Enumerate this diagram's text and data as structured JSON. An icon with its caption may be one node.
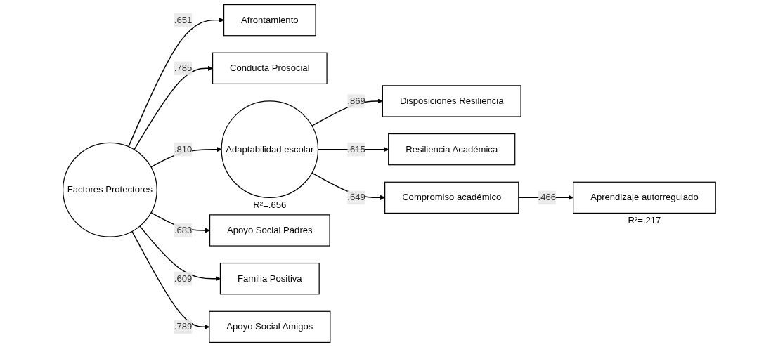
{
  "diagram": {
    "nodes": [
      {
        "text": [
          "Disposiciones Resiliencia"
        ]
      },
      {
        "text": [
          "Resiliencia Académica"
        ]
      },
      {
        "text": [
          "Afrontamiento"
        ]
      },
      {
        "text": [
          "Conducta Prosocial"
        ]
      },
      {
        "text": [
          "Factores Protectores"
        ]
      },
      {
        "text": [
          "Adaptabilidad escolar"
        ],
        "beside": [
          "R²=.656"
        ]
      },
      {
        "text": [
          "Compromiso académico"
        ]
      },
      {
        "text": [
          "Apoyo Social Padres"
        ]
      },
      {
        "text": [
          "Familia Positiva"
        ]
      },
      {
        "text": [
          "Aprendizaje autorregulado"
        ],
        "beside": [
          "R²=.217"
        ]
      },
      {
        "text": [
          "Apoyo Social Amigos"
        ]
      }
    ],
    "edges": [
      {
        "from": 4,
        "to": 2,
        "arrow": "to",
        "label": ".651"
      },
      {
        "from": 4,
        "to": 3,
        "arrow": "to",
        "label": ".785"
      },
      {
        "from": 4,
        "to": 7,
        "arrow": "to",
        "label": ".683"
      },
      {
        "from": 4,
        "to": 8,
        "arrow": "to",
        "label": ".609"
      },
      {
        "from": 4,
        "to": 10,
        "arrow": "to",
        "label": ".789"
      },
      {
        "from": 4,
        "to": 5,
        "arrow": "to",
        "label": ".810"
      },
      {
        "from": 5,
        "to": 0,
        "arrow": "to",
        "label": ".869"
      },
      {
        "from": 5,
        "to": 1,
        "arrow": "to",
        "label": ".615"
      },
      {
        "from": 5,
        "to": 6,
        "arrow": "to",
        "label": ".649"
      },
      {
        "from": 6,
        "to": 9,
        "arrow": "to",
        "label": ".466"
      }
    ]
  }
}
